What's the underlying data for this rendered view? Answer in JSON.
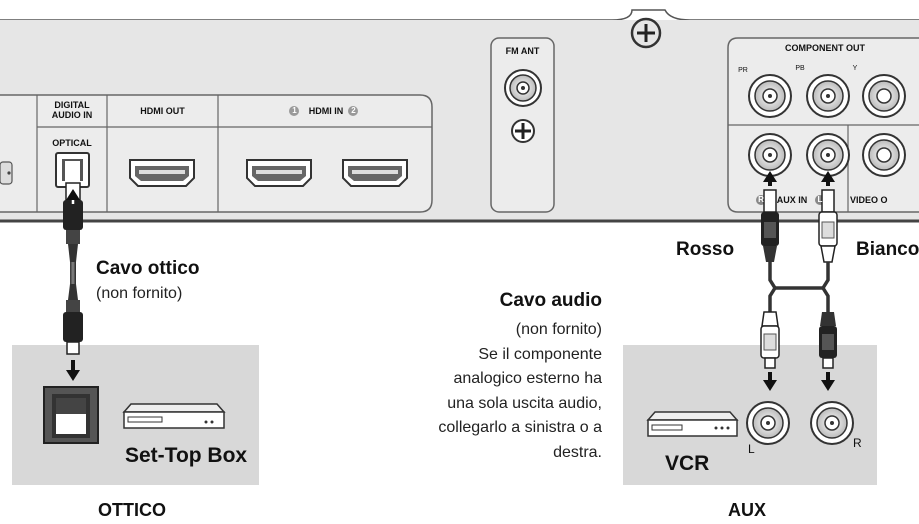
{
  "panel": {
    "digital_audio_in": "DIGITAL\nAUDIO IN",
    "optical": "OPTICAL",
    "hdmi_out": "HDMI OUT",
    "hdmi_in": "HDMI IN",
    "hdmi_in_1": "1",
    "hdmi_in_2": "2",
    "fm_ant": "FM ANT",
    "component_out": "COMPONENT OUT",
    "pr": "PR",
    "pb": "PB",
    "y": "Y",
    "aux_in": "AUX IN",
    "aux_r": "R",
    "aux_l": "L",
    "video_out": "VIDEO O"
  },
  "optical_cable": {
    "title": "Cavo ottico",
    "note": "(non fornito)"
  },
  "audio_cable": {
    "title": "Cavo audio",
    "note": "(non fornito)",
    "description": "Se il componente analogico esterno ha una sola uscita audio, collegarlo a sinistra o a destra.",
    "lines": [
      "Se il componente",
      "analogico esterno ha",
      "una sola uscita audio,",
      "collegarlo a sinistra o a",
      "destra."
    ]
  },
  "plugs": {
    "red": "Rosso",
    "white": "Bianco"
  },
  "devices": {
    "settop": "Set-Top Box",
    "vcr": "VCR",
    "jack_l": "L",
    "jack_r": "R"
  },
  "captions": {
    "optical": "OTTICO",
    "aux": "AUX"
  }
}
